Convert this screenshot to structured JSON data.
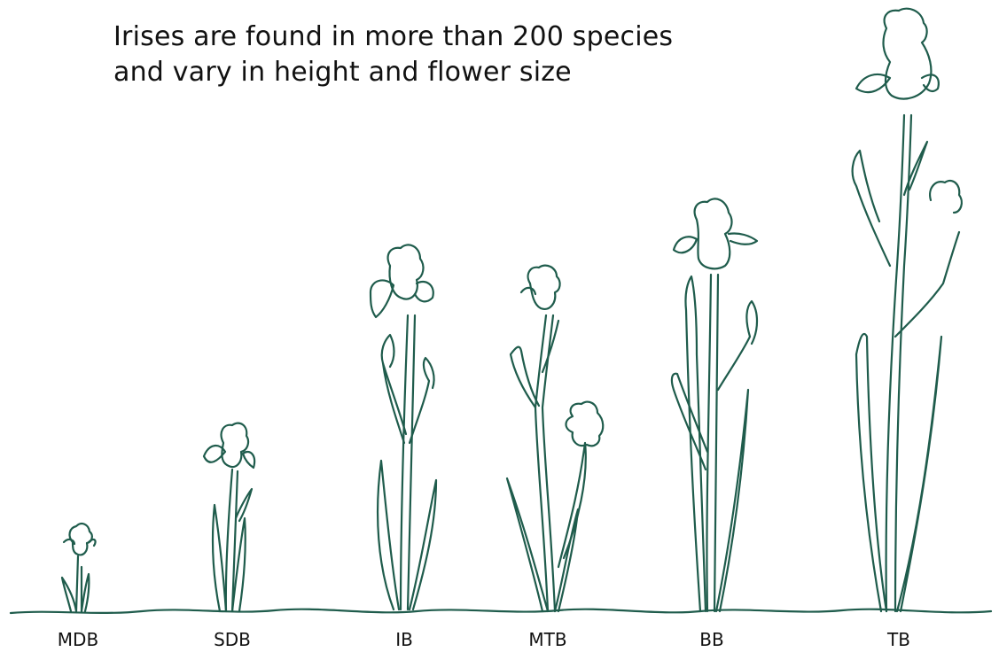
{
  "title": {
    "line1": "Irises are found in more than 200 species",
    "line2": "and vary in height and flower size"
  },
  "colors": {
    "ink": "#1f5c4c",
    "text": "#111111",
    "background": "#ffffff"
  },
  "plants": [
    {
      "label": "MDB"
    },
    {
      "label": "SDB"
    },
    {
      "label": "IB"
    },
    {
      "label": "MTB"
    },
    {
      "label": "BB"
    },
    {
      "label": "TB"
    }
  ]
}
